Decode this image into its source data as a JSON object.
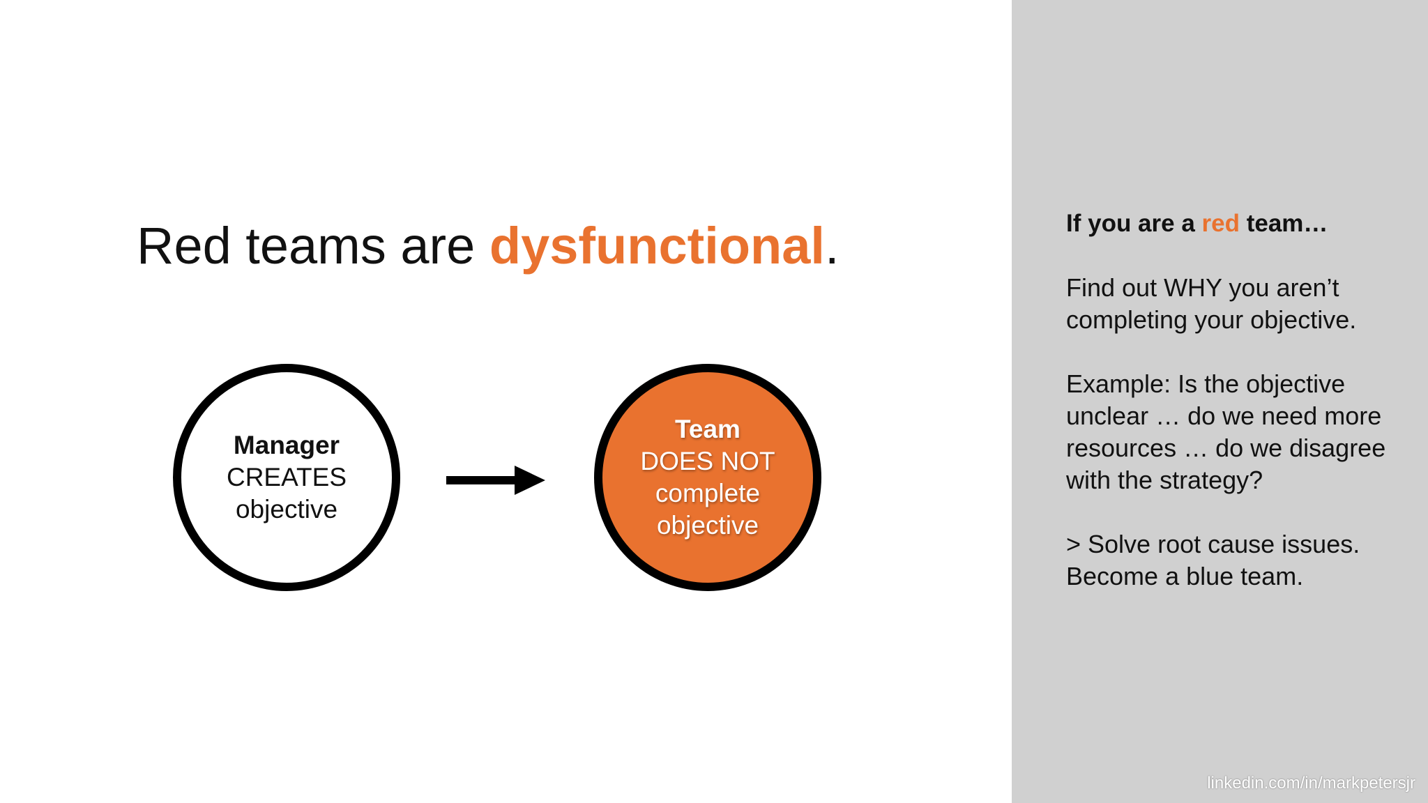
{
  "title": {
    "prefix": "Red teams are ",
    "highlight": "dysfunctional",
    "suffix": "."
  },
  "diagram": {
    "manager": {
      "line1": "Manager",
      "line2": "CREATES",
      "line3": "objective"
    },
    "team": {
      "line1": "Team",
      "line2": "DOES NOT",
      "line3": "complete",
      "line4": "objective"
    },
    "arrow_icon": "right-arrow-icon"
  },
  "sidebar": {
    "heading_prefix": "If you are a ",
    "heading_highlight": "red",
    "heading_suffix": " team…",
    "paragraph1": "Find out WHY you aren’t completing your objective.",
    "paragraph2": "Example: Is the objective unclear … do we need more resources … do we disagree with the strategy?",
    "paragraph3_line1": "> Solve root cause issues.",
    "paragraph3_line2": "Become a blue team."
  },
  "footer": {
    "link": "linkedin.com/in/markpetersjr"
  },
  "colors": {
    "accent": "#e9722f",
    "sidebar_bg": "#d0d0d0"
  }
}
